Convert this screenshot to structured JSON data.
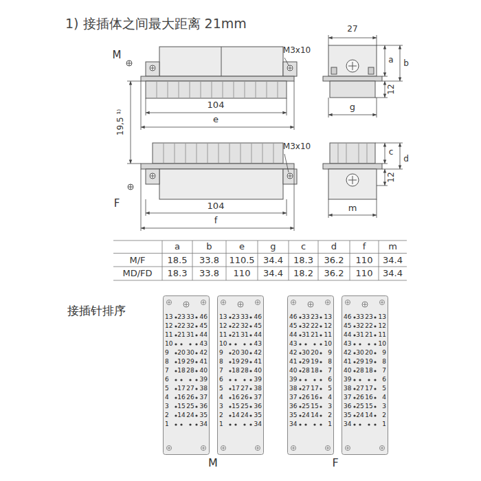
{
  "diagram": {
    "title": "1) 接插体之间最大距离 21mm",
    "nodes": [
      {
        "text": [
          "13",
          "23",
          "33",
          "46",
          "12",
          "22",
          "32",
          "45",
          "11",
          "21",
          "31",
          "44",
          "10",
          "43",
          "9",
          "20",
          "30",
          "42",
          "8",
          "19",
          "29",
          "41",
          "7",
          "18",
          "28",
          "40",
          "6",
          "39",
          "5",
          "17",
          "27",
          "38",
          "4",
          "16",
          "26",
          "37",
          "3",
          "15",
          "25",
          "36",
          "2",
          "14",
          "24",
          "35",
          "1",
          "34"
        ]
      },
      {
        "text": [
          "13",
          "23",
          "33",
          "46",
          "12",
          "22",
          "32",
          "45",
          "11",
          "21",
          "31",
          "44",
          "10",
          "43",
          "9",
          "20",
          "30",
          "42",
          "8",
          "19",
          "29",
          "41",
          "7",
          "18",
          "28",
          "40",
          "6",
          "39",
          "5",
          "17",
          "27",
          "38",
          "4",
          "16",
          "26",
          "37",
          "3",
          "15",
          "25",
          "36",
          "2",
          "14",
          "24",
          "35",
          "1",
          "34"
        ]
      },
      {
        "text": [
          "46",
          "33",
          "23",
          "13",
          "45",
          "32",
          "22",
          "12",
          "44",
          "31",
          "21",
          "11",
          "43",
          "10",
          "42",
          "30",
          "20",
          "9",
          "41",
          "29",
          "19",
          "8",
          "40",
          "28",
          "18",
          "7",
          "39",
          "6",
          "38",
          "27",
          "17",
          "5",
          "37",
          "26",
          "16",
          "4",
          "36",
          "25",
          "15",
          "3",
          "35",
          "24",
          "14",
          "2",
          "34",
          "1"
        ]
      },
      {
        "text": [
          "46",
          "33",
          "23",
          "13",
          "45",
          "32",
          "22",
          "12",
          "44",
          "31",
          "21",
          "11",
          "43",
          "10",
          "42",
          "30",
          "20",
          "9",
          "41",
          "29",
          "19",
          "8",
          "40",
          "28",
          "18",
          "7",
          "39",
          "6",
          "38",
          "27",
          "17",
          "5",
          "37",
          "26",
          "16",
          "4",
          "36",
          "25",
          "15",
          "3",
          "35",
          "24",
          "14",
          "2",
          "34",
          "1"
        ]
      }
    ],
    "labels": [
      "M",
      "M3x10",
      "27",
      "a",
      "b",
      "12",
      "104",
      "e",
      "g",
      "19,5 ¹⁾",
      "M3x10",
      "c",
      "d",
      "12",
      "F",
      "104",
      "f",
      "m",
      "a",
      "b",
      "e",
      "g",
      "c",
      "d",
      "f",
      "m",
      "M/F",
      "18.5",
      "33.8",
      "110.5",
      "34.4",
      "18.3",
      "36.2",
      "110",
      "34.4",
      "MD/FD",
      "18.3",
      "33.8",
      "110",
      "34.4",
      "18.2",
      "36.2",
      "110",
      "34.4",
      "接插针排序",
      "M",
      "F"
    ]
  }
}
